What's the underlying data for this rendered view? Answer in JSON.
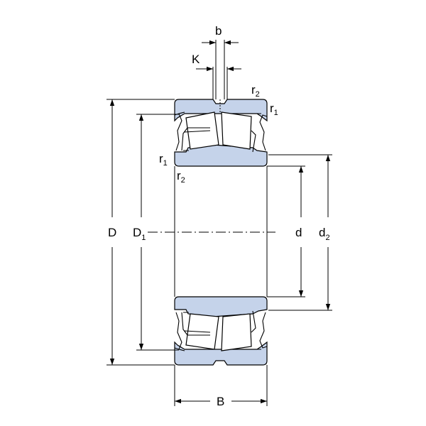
{
  "labels": {
    "b": "b",
    "K": "K",
    "r2_top": {
      "main": "r",
      "sub": "2"
    },
    "r1_top": {
      "main": "r",
      "sub": "1"
    },
    "r1_left": {
      "main": "r",
      "sub": "1"
    },
    "r2_left": {
      "main": "r",
      "sub": "2"
    },
    "D": "D",
    "D1": {
      "main": "D",
      "sub": "1"
    },
    "d": "d",
    "d2": {
      "main": "d",
      "sub": "2"
    },
    "B": "B"
  },
  "colors": {
    "ring_fill": "#c5d3ea",
    "line": "#000000",
    "background": "#ffffff"
  }
}
